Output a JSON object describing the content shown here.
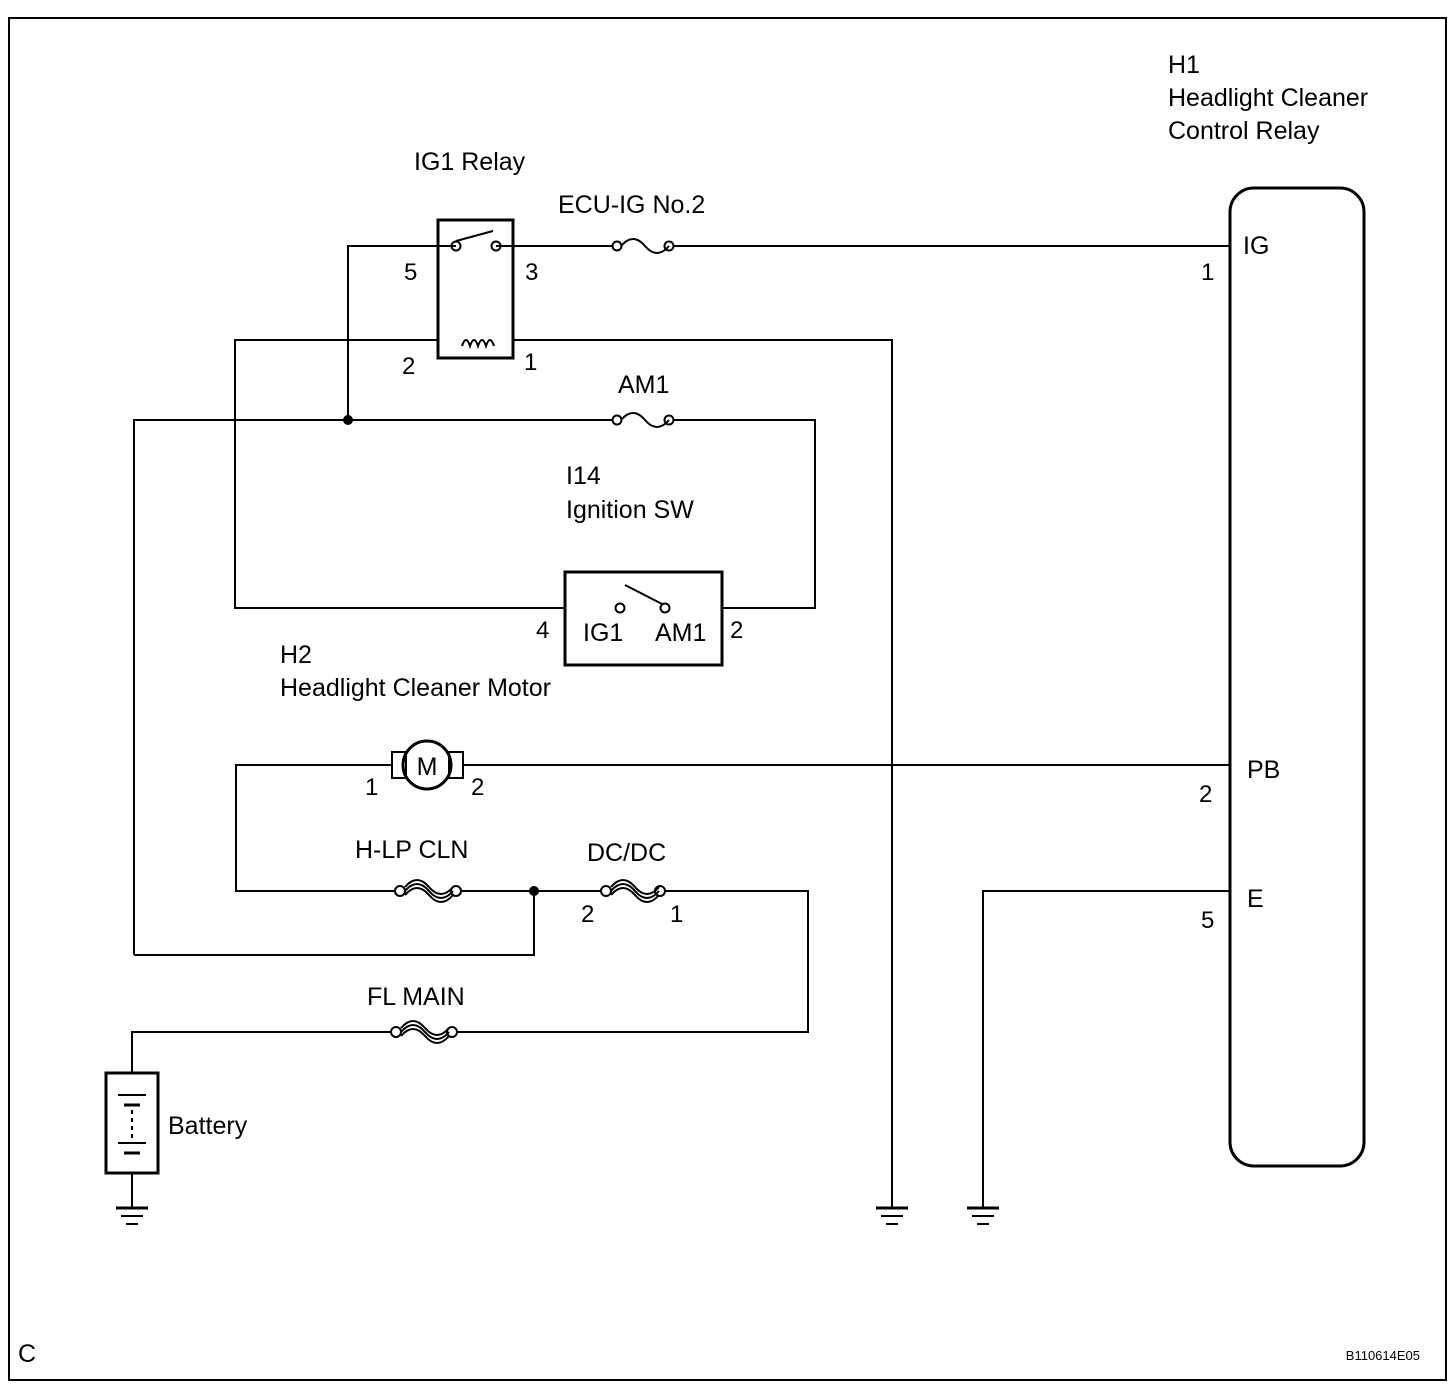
{
  "relay_h1": {
    "code": "H1",
    "name_line1": "Headlight Cleaner",
    "name_line2": "Control Relay",
    "terminals": [
      {
        "name": "IG",
        "pin": "1"
      },
      {
        "name": "PB",
        "pin": "2"
      },
      {
        "name": "E",
        "pin": "5"
      }
    ]
  },
  "ig1_relay": {
    "label": "IG1 Relay",
    "pins": {
      "p5": "5",
      "p3": "3",
      "p2": "2",
      "p1": "1"
    }
  },
  "fuses": {
    "ecu_ig": "ECU-IG No.2",
    "am1": "AM1",
    "hlp_cln": "H-LP CLN",
    "dcdc": "DC/DC",
    "dcdc_pin_left": "2",
    "dcdc_pin_right": "1",
    "fl_main": "FL MAIN"
  },
  "ignition_sw": {
    "code": "I14",
    "name": "Ignition SW",
    "contact_left": "IG1",
    "contact_right": "AM1",
    "pin_left": "4",
    "pin_right": "2"
  },
  "motor_h2": {
    "code": "H2",
    "name": "Headlight Cleaner Motor",
    "symbol": "M",
    "pin_left": "1",
    "pin_right": "2"
  },
  "battery": {
    "label": "Battery"
  },
  "corner_letter": "C",
  "figure_id": "B110614E05"
}
